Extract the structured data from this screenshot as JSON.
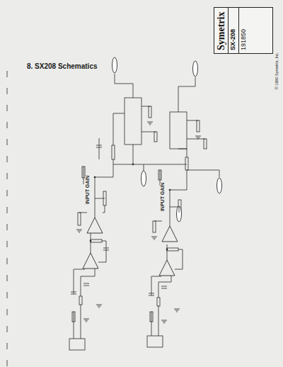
{
  "diagram": {
    "title": "8. SX208 Schematics",
    "nodes": [
      {
        "text": [
          "Symetrix",
          "SX-208",
          "191850"
        ]
      }
    ],
    "labels": [
      "INPUT GAIN",
      "INPUT GAIN",
      "© 1990 Symetrix, Inc."
    ]
  }
}
